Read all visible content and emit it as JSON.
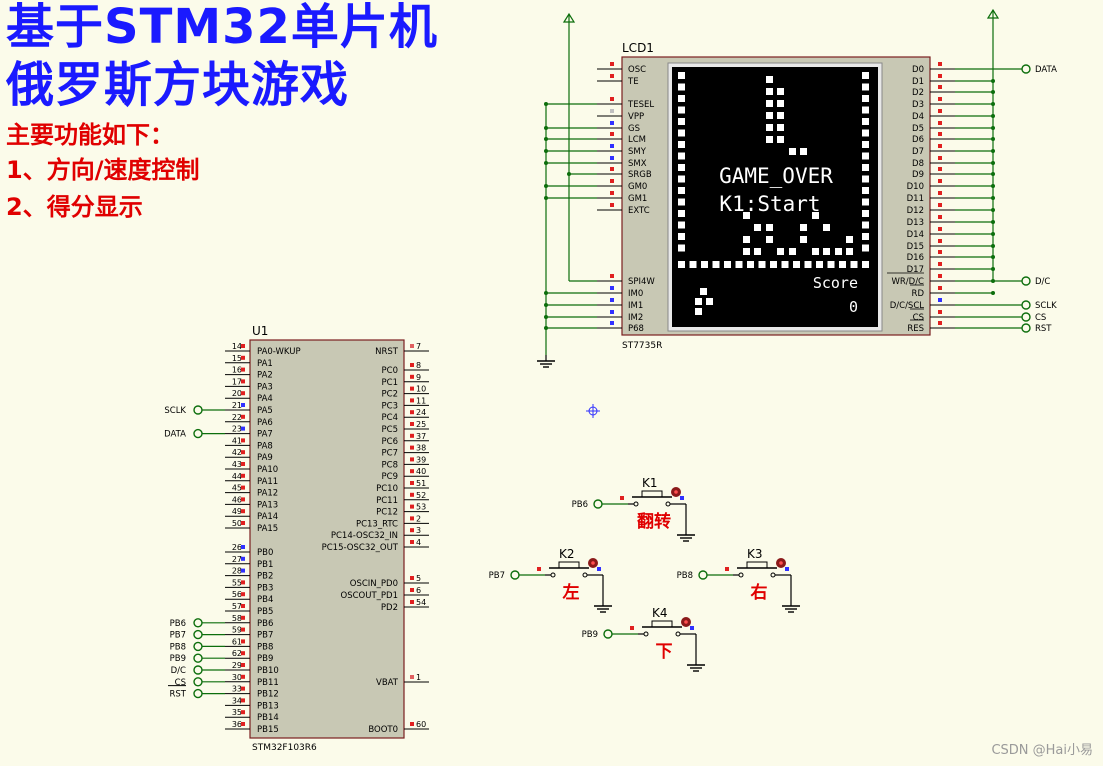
{
  "title": {
    "line1": "基于STM32单片机",
    "line2": "俄罗斯方块游戏"
  },
  "features": {
    "heading": "主要功能如下：",
    "items": [
      "1、方向/速度控制",
      "2、得分显示"
    ]
  },
  "mcu": {
    "ref": "U1",
    "part": "STM32F103R6",
    "left_pins": [
      {
        "num": "14",
        "name": "PA0-WKUP"
      },
      {
        "num": "15",
        "name": "PA1"
      },
      {
        "num": "16",
        "name": "PA2"
      },
      {
        "num": "17",
        "name": "PA3"
      },
      {
        "num": "20",
        "name": "PA4"
      },
      {
        "num": "21",
        "name": "PA5"
      },
      {
        "num": "22",
        "name": "PA6"
      },
      {
        "num": "23",
        "name": "PA7"
      },
      {
        "num": "41",
        "name": "PA8"
      },
      {
        "num": "42",
        "name": "PA9"
      },
      {
        "num": "43",
        "name": "PA10"
      },
      {
        "num": "44",
        "name": "PA11"
      },
      {
        "num": "45",
        "name": "PA12"
      },
      {
        "num": "46",
        "name": "PA13"
      },
      {
        "num": "49",
        "name": "PA14"
      },
      {
        "num": "50",
        "name": "PA15"
      },
      {
        "num": "26",
        "name": "PB0"
      },
      {
        "num": "27",
        "name": "PB1"
      },
      {
        "num": "28",
        "name": "PB2"
      },
      {
        "num": "55",
        "name": "PB3"
      },
      {
        "num": "56",
        "name": "PB4"
      },
      {
        "num": "57",
        "name": "PB5"
      },
      {
        "num": "58",
        "name": "PB6"
      },
      {
        "num": "59",
        "name": "PB7"
      },
      {
        "num": "61",
        "name": "PB8"
      },
      {
        "num": "62",
        "name": "PB9"
      },
      {
        "num": "29",
        "name": "PB10"
      },
      {
        "num": "30",
        "name": "PB11"
      },
      {
        "num": "33",
        "name": "PB12"
      },
      {
        "num": "34",
        "name": "PB13"
      },
      {
        "num": "35",
        "name": "PB14"
      },
      {
        "num": "36",
        "name": "PB15"
      }
    ],
    "right_pins": [
      {
        "num": "7",
        "name": "NRST"
      },
      {
        "num": "8",
        "name": "PC0"
      },
      {
        "num": "9",
        "name": "PC1"
      },
      {
        "num": "10",
        "name": "PC2"
      },
      {
        "num": "11",
        "name": "PC3"
      },
      {
        "num": "24",
        "name": "PC4"
      },
      {
        "num": "25",
        "name": "PC5"
      },
      {
        "num": "37",
        "name": "PC6"
      },
      {
        "num": "38",
        "name": "PC7"
      },
      {
        "num": "39",
        "name": "PC8"
      },
      {
        "num": "40",
        "name": "PC9"
      },
      {
        "num": "51",
        "name": "PC10"
      },
      {
        "num": "52",
        "name": "PC11"
      },
      {
        "num": "53",
        "name": "PC12"
      },
      {
        "num": "2",
        "name": "PC13_RTC"
      },
      {
        "num": "3",
        "name": "PC14-OSC32_IN"
      },
      {
        "num": "4",
        "name": "PC15-OSC32_OUT"
      },
      {
        "num": "5",
        "name": "OSCIN_PD0"
      },
      {
        "num": "6",
        "name": "OSCOUT_PD1"
      },
      {
        "num": "54",
        "name": "PD2"
      },
      {
        "num": "1",
        "name": "VBAT"
      },
      {
        "num": "60",
        "name": "BOOT0"
      }
    ],
    "net_labels": {
      "pa5": "SCLK",
      "pa7": "DATA",
      "pb6": "PB6",
      "pb7": "PB7",
      "pb8": "PB8",
      "pb9": "PB9",
      "pb10": "D/C",
      "pb11": "CS",
      "pb12": "RST"
    }
  },
  "lcd": {
    "ref": "LCD1",
    "part": "ST7735R",
    "left_pins": [
      "OSC",
      "TE",
      "TESEL",
      "VPP",
      "GS",
      "LCM",
      "SMY",
      "SMX",
      "SRGB",
      "GM0",
      "GM1",
      "EXTC",
      "SPI4W",
      "IM0",
      "IM1",
      "IM2",
      "P68"
    ],
    "right_pins": [
      "D0",
      "D1",
      "D2",
      "D3",
      "D4",
      "D5",
      "D6",
      "D7",
      "D8",
      "D9",
      "D10",
      "D11",
      "D12",
      "D13",
      "D14",
      "D15",
      "D16",
      "D17",
      "WR/D/C",
      "RD",
      "D/C/SCL",
      "CS",
      "RES"
    ],
    "net_labels": {
      "d0": "DATA",
      "wr": "D/C",
      "scl": "SCLK",
      "cs": "CS",
      "res": "RST"
    },
    "screen": {
      "line1": "GAME_OVER",
      "line2": "K1:Start",
      "score_label": "Score",
      "score_value": "0"
    }
  },
  "keys": [
    {
      "ref": "K1",
      "net": "PB6",
      "label": "翻转"
    },
    {
      "ref": "K2",
      "net": "PB7",
      "label": "左"
    },
    {
      "ref": "K3",
      "net": "PB8",
      "label": "右"
    },
    {
      "ref": "K4",
      "net": "PB9",
      "label": "下"
    }
  ],
  "watermark": "CSDN @Hai小易",
  "colors": {
    "background": "#fbfbea",
    "wire": "#0c6e0c",
    "body": "#c8c8b4",
    "title": "#1a1aff",
    "accent_red": "#e00000",
    "pin_red": "#e02020",
    "pin_blue": "#3030ff",
    "screen": "#000000"
  }
}
